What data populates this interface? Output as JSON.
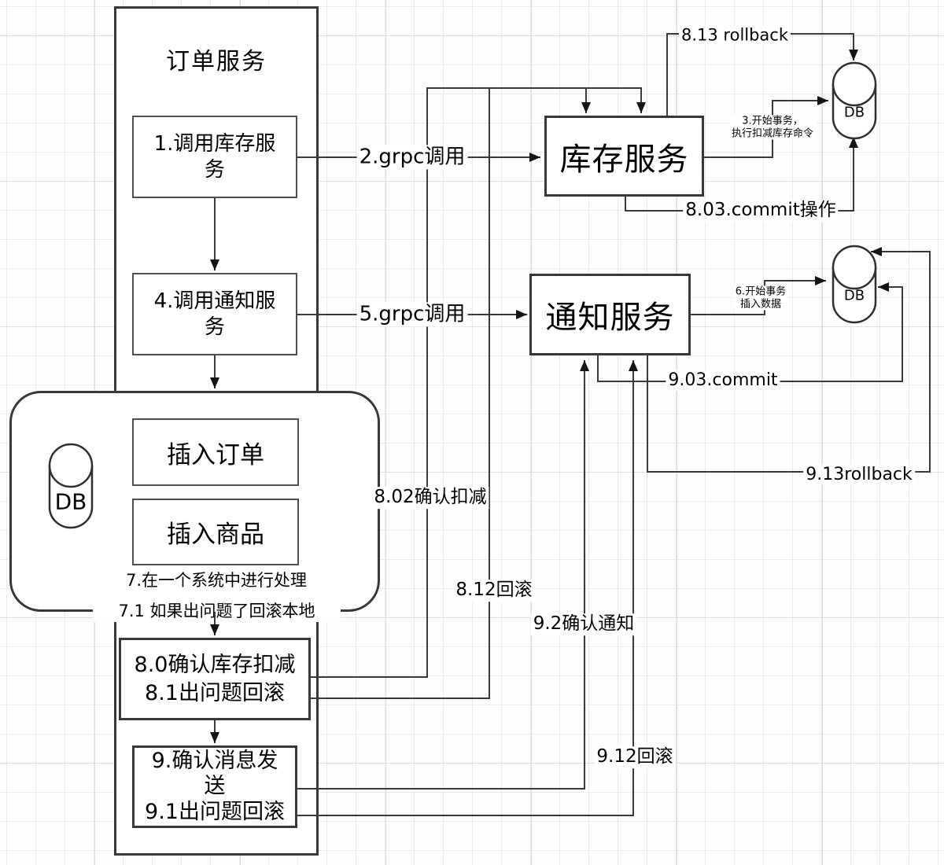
{
  "order_service": {
    "title": "订单服务",
    "step1_lines": [
      "1.调用库存服",
      "务"
    ],
    "step4_lines": [
      "4.调用通知服",
      "务"
    ],
    "step8_lines": [
      "8.0确认库存扣减",
      "8.1出问题回滚"
    ],
    "step9_lines": [
      "9.确认消息发",
      "送",
      "9.1出问题回滚"
    ]
  },
  "local_tx": {
    "db_label": "DB",
    "insert_order": "插入订单",
    "insert_product": "插入商品",
    "note_line1": "7.在一个系统中进行处理",
    "note_line2": "7.1 如果出问题了回滚本地"
  },
  "inventory_service": {
    "title": "库存服务",
    "db_label": "DB"
  },
  "notify_service": {
    "title": "通知服务",
    "db_label": "DB"
  },
  "edge_labels": {
    "grpc_call_2": "2.grpc调用",
    "grpc_call_5": "5.grpc调用",
    "confirm_deduct_802": "8.02确认扣减",
    "rollback_812": "8.12回滚",
    "confirm_notify_92": "9.2确认通知",
    "rollback_912": "9.12回滚",
    "rollback_813": "8.13 rollback",
    "commit_803": "8.03.commit操作",
    "commit_903": "9.03.commit",
    "rollback_913": "9.13rollback",
    "tx3_lines": [
      "3.开始事务，",
      "执行扣减库存命令"
    ],
    "tx6_lines": [
      "6.开始事务",
      "插入数据"
    ]
  },
  "colors": {
    "stroke": "#3a3a3a",
    "box_border": "#4e4e4e",
    "text": "#000000"
  }
}
